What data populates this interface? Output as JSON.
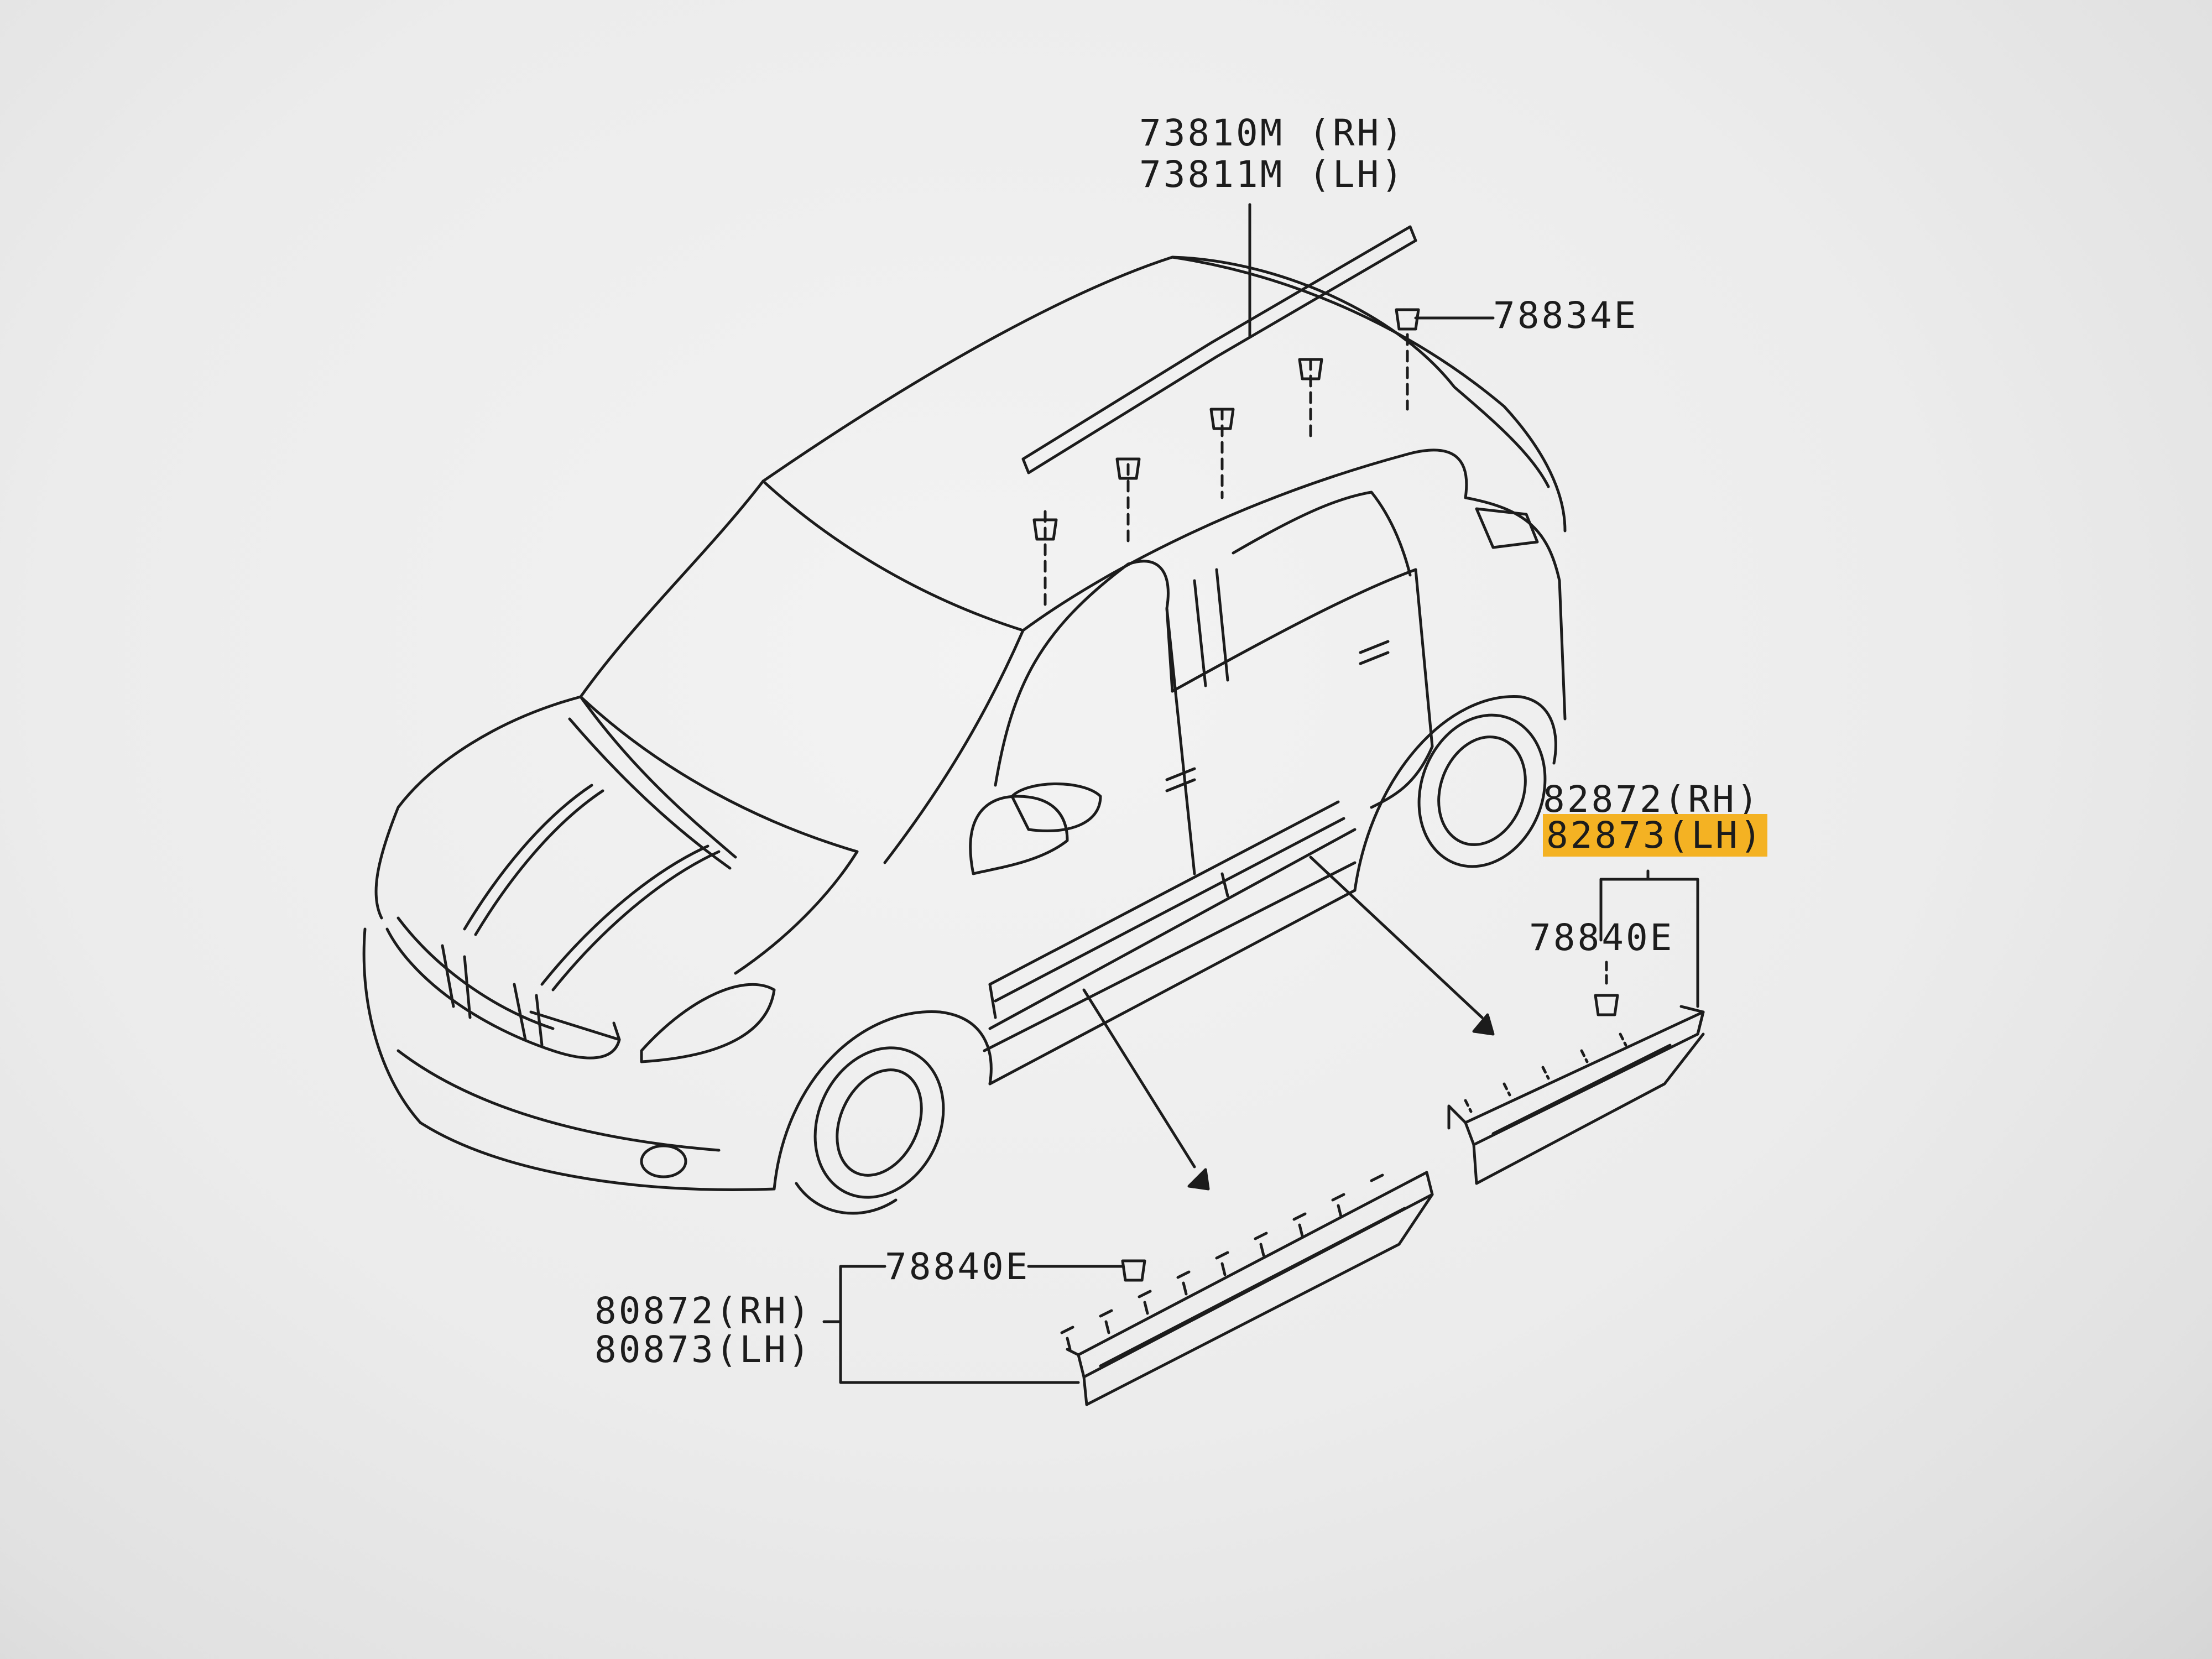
{
  "colors": {
    "background": "#ececec",
    "line": "#1c1c1c",
    "highlight": "#f4b223"
  },
  "labels": {
    "roof_rail_rh": "73810M (RH)",
    "roof_rail_lh": "73811M (LH)",
    "roof_clip": "78834E",
    "rear_sill_rh": "82872(RH)",
    "rear_sill_lh": "82873(LH)",
    "rear_sill_clip": "78840E",
    "front_sill_clip": "78840E",
    "front_sill_rh": "80872(RH)",
    "front_sill_lh": "80873(LH)"
  },
  "icons": [
    "clip-icon",
    "arrow-icon"
  ]
}
